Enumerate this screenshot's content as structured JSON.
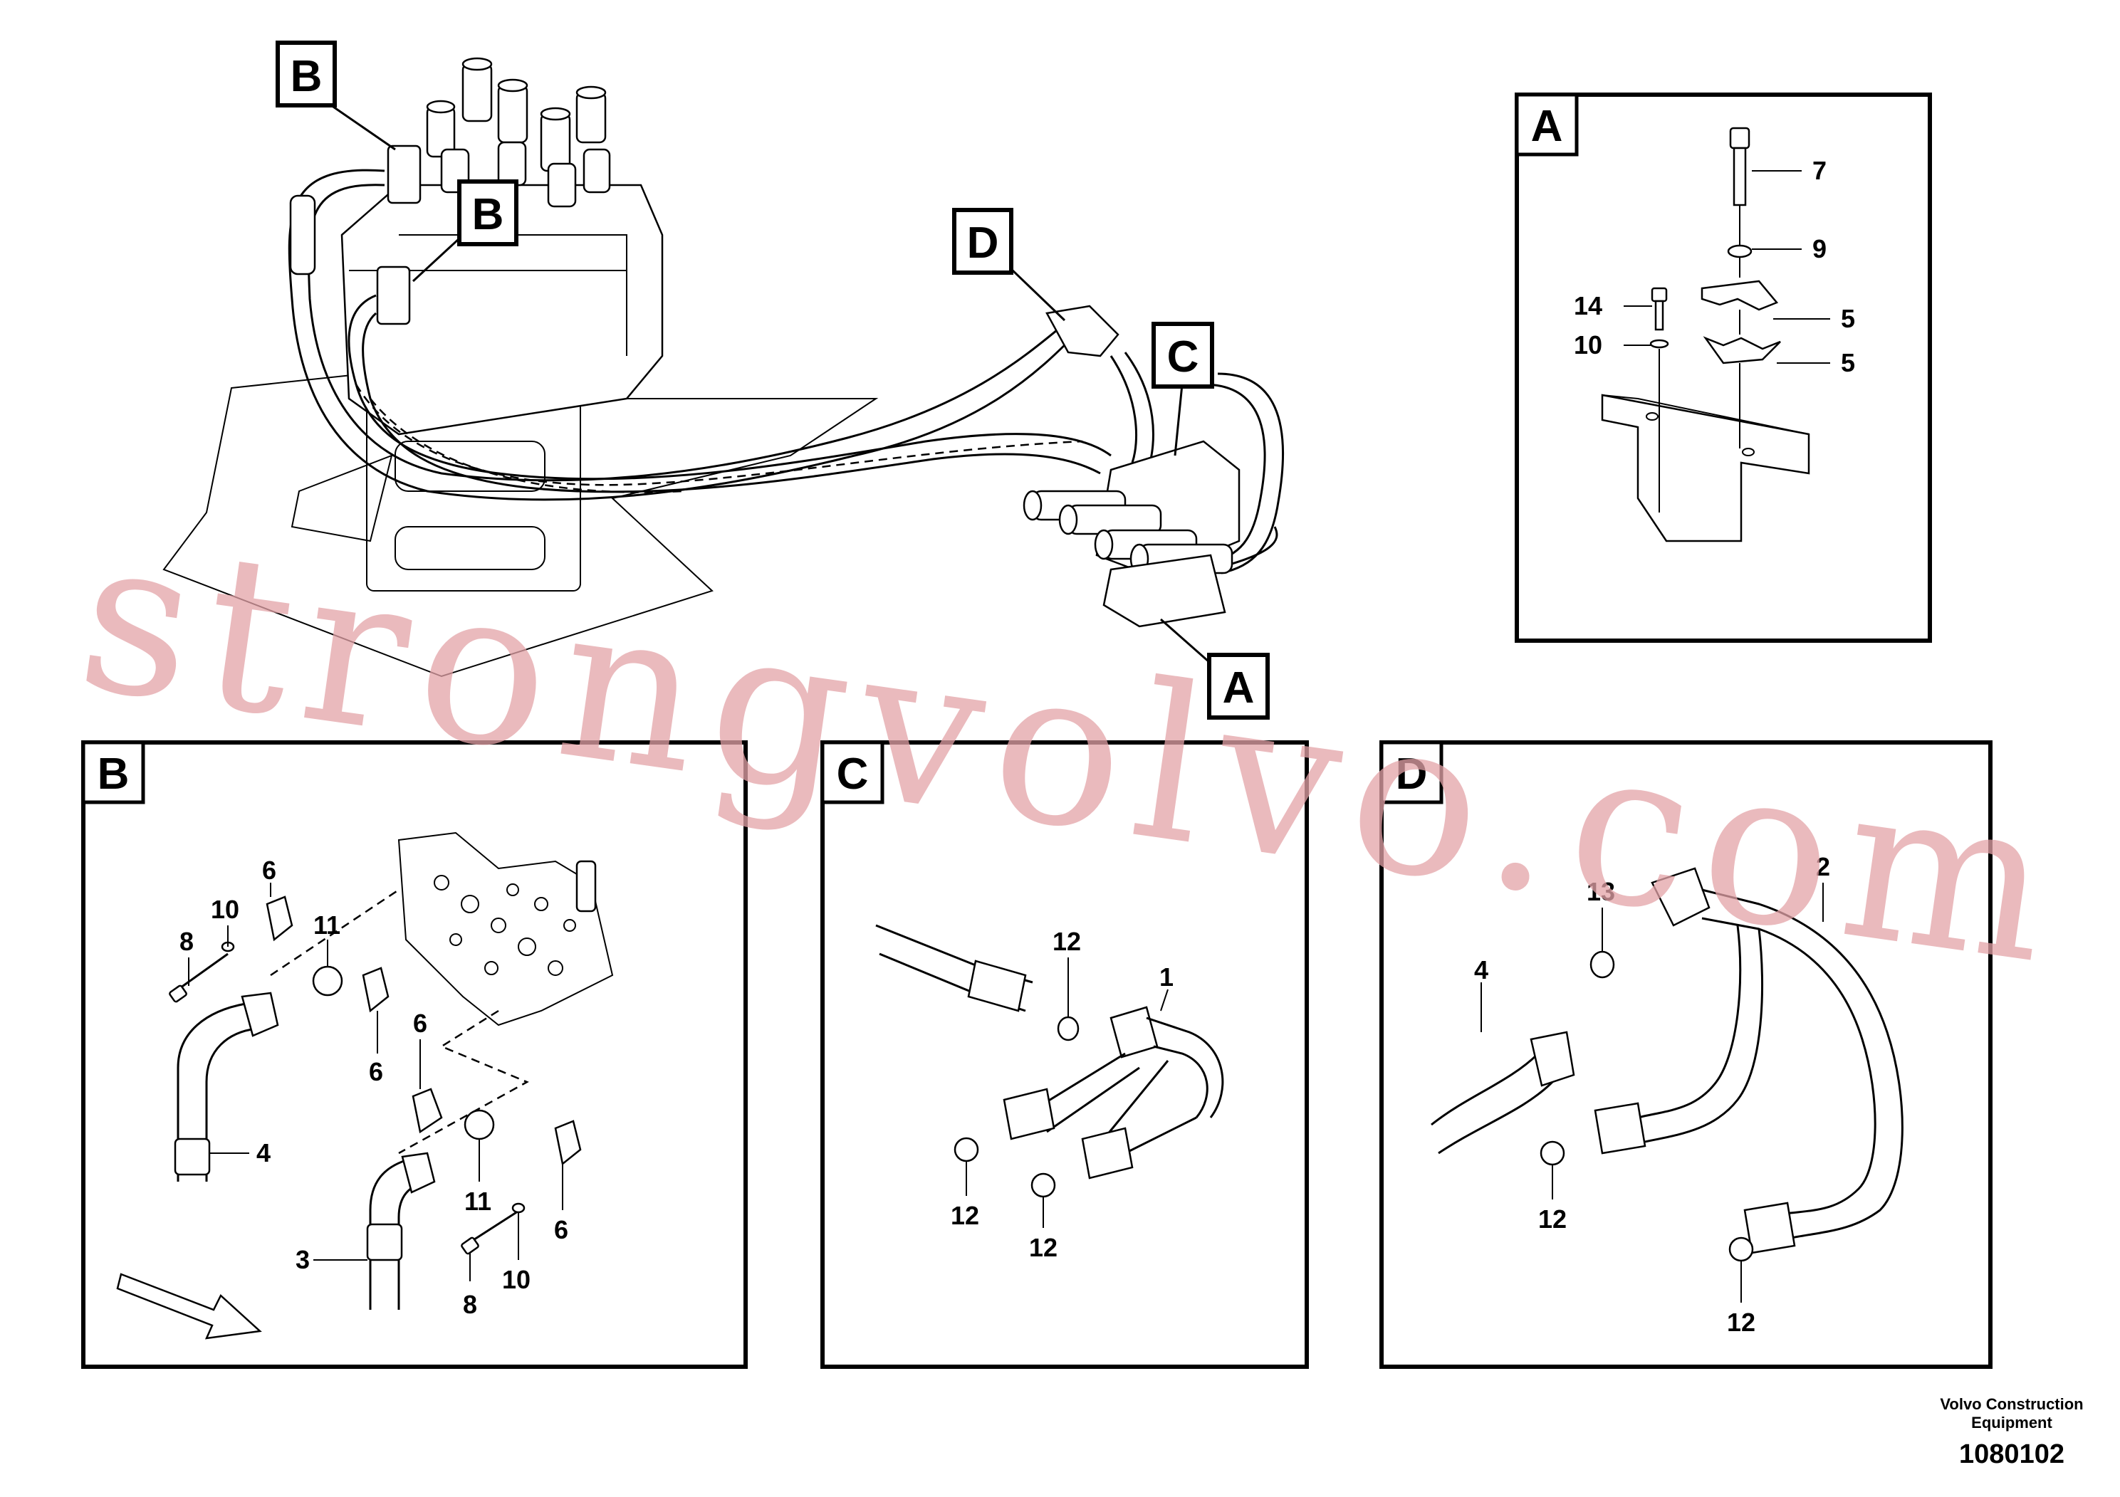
{
  "callouts": {
    "main_b_top": "B",
    "main_b_mid": "B",
    "main_d": "D",
    "main_c": "C",
    "main_a": "A"
  },
  "panels": {
    "a": {
      "letter": "A",
      "labels": {
        "p7": "7",
        "p9": "9",
        "p14": "14",
        "p10": "10",
        "p5a": "5",
        "p5b": "5"
      }
    },
    "b": {
      "letter": "B",
      "labels": {
        "p6a": "6",
        "p10a": "10",
        "p8a": "8",
        "p11a": "11",
        "p6b": "6",
        "p6c": "6",
        "p4": "4",
        "p11b": "11",
        "p3": "3",
        "p6d": "6",
        "p10b": "10",
        "p8b": "8"
      }
    },
    "c": {
      "letter": "C",
      "labels": {
        "p12a": "12",
        "p1": "1",
        "p12b": "12",
        "p12c": "12"
      }
    },
    "d": {
      "letter": "D",
      "labels": {
        "p13": "13",
        "p2": "2",
        "p4": "4",
        "p12a": "12",
        "p12b": "12"
      }
    }
  },
  "watermark": "strongvolvo.com",
  "footer": {
    "company_line1": "Volvo Construction",
    "company_line2": "Equipment",
    "drawing_number": "1080102"
  }
}
